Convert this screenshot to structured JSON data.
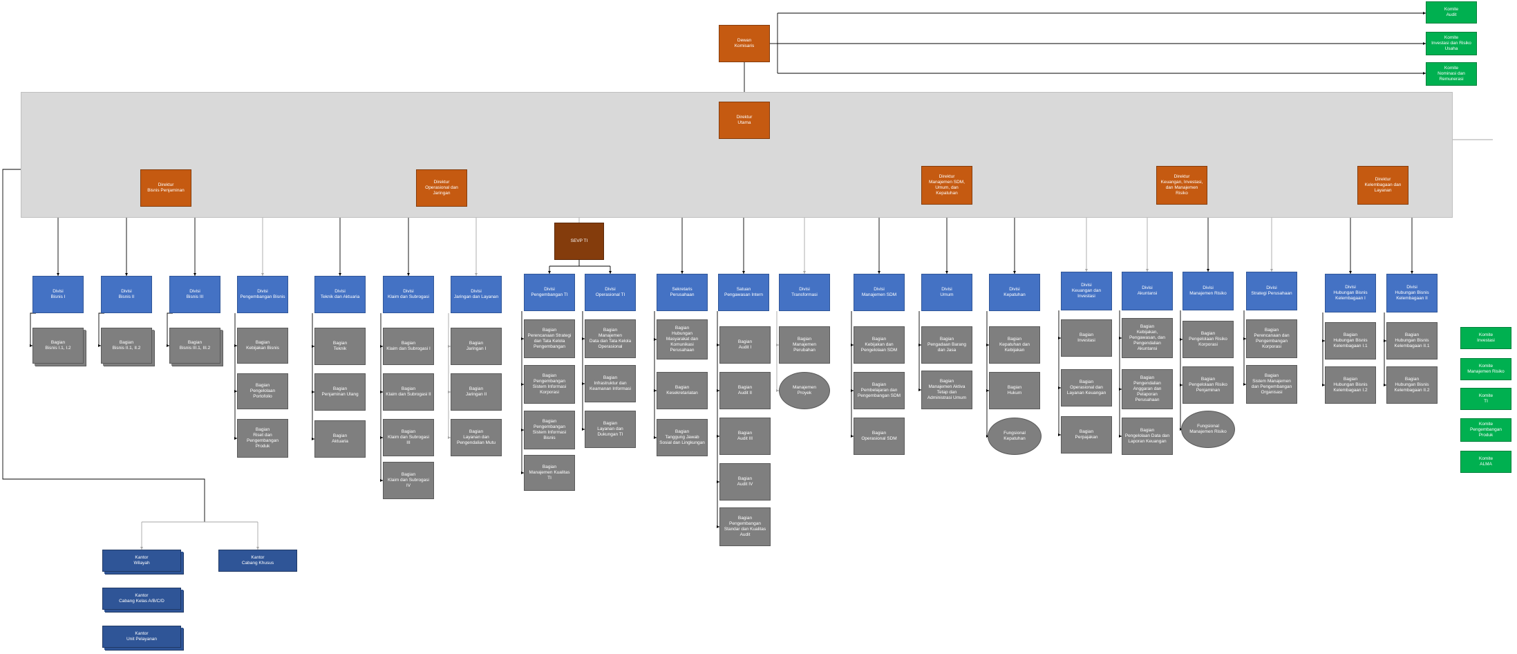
{
  "nodes": [
    {
      "id": "dekom",
      "text": "Dewan\nKomisaris",
      "kind": "orange"
    },
    {
      "id": "kom-audit",
      "text": "Komite\nAudit",
      "kind": "green"
    },
    {
      "id": "kom-inv-risiko",
      "text": "Komite\nInvestasi dan Risiko\nUsaha",
      "kind": "green"
    },
    {
      "id": "kom-nom",
      "text": "Komite\nNominasi dan\nRemunerasi",
      "kind": "green"
    },
    {
      "id": "dirut",
      "text": "Direktur\nUtama",
      "kind": "orange"
    },
    {
      "id": "dir-bisnis",
      "text": "Direktur\nBisnis Penjaminan",
      "kind": "orange"
    },
    {
      "id": "dir-ops",
      "text": "Direktur\nOperasional dan\nJaringan",
      "kind": "orange"
    },
    {
      "id": "dir-sdm",
      "text": "Direktur\nManajemen SDM,\nUmum, dan\nKepatuhan",
      "kind": "orange"
    },
    {
      "id": "dir-keu",
      "text": "Direktur\nKeuangan, Investasi,\ndan Manajemen\nRisiko",
      "kind": "orange"
    },
    {
      "id": "dir-kelem",
      "text": "Direktur\nKelembagaan dan\nLayanan",
      "kind": "orange"
    },
    {
      "id": "sevp",
      "text": "SEVP TI",
      "kind": "brown"
    },
    {
      "id": "div-b1",
      "text": "Divisi\nBisnis I",
      "kind": "blue"
    },
    {
      "id": "div-b2",
      "text": "Divisi\nBisnis II",
      "kind": "blue"
    },
    {
      "id": "div-b3",
      "text": "Divisi\nBisnis III",
      "kind": "blue"
    },
    {
      "id": "div-pb",
      "text": "Divisi\nPengembangan Bisnis",
      "kind": "blue"
    },
    {
      "id": "div-ta",
      "text": "Divisi\nTeknik dan Aktuaria",
      "kind": "blue"
    },
    {
      "id": "div-ks",
      "text": "Divisi\nKlaim dan Subrogasi",
      "kind": "blue"
    },
    {
      "id": "div-jl",
      "text": "Divisi\nJaringan dan Layanan",
      "kind": "blue"
    },
    {
      "id": "div-pti",
      "text": "Divisi\nPengembangan TI",
      "kind": "blue"
    },
    {
      "id": "div-oti",
      "text": "Divisi\nOperasional TI",
      "kind": "blue"
    },
    {
      "id": "div-sekper",
      "text": "Sekretaris\nPerusahaan",
      "kind": "blue"
    },
    {
      "id": "div-spi",
      "text": "Satuan\nPengawasan Intern",
      "kind": "blue"
    },
    {
      "id": "div-trans",
      "text": "Divisi\nTransformasi",
      "kind": "blue"
    },
    {
      "id": "div-msdm",
      "text": "Divisi\nManajemen SDM",
      "kind": "blue"
    },
    {
      "id": "div-umum",
      "text": "Divisi\nUmum",
      "kind": "blue"
    },
    {
      "id": "div-kep",
      "text": "Divisi\nKepatuhan",
      "kind": "blue"
    },
    {
      "id": "div-keuinv",
      "text": "Divisi\nKeuangan dan\nInvestasi",
      "kind": "blue"
    },
    {
      "id": "div-akt",
      "text": "Divisi\nAkuntansi",
      "kind": "blue"
    },
    {
      "id": "div-mr",
      "text": "Divisi\nManajemen Risiko",
      "kind": "blue"
    },
    {
      "id": "div-sp",
      "text": "Divisi\nStrategi Perusahaan",
      "kind": "blue"
    },
    {
      "id": "div-hbk1",
      "text": "Divisi\nHubungan Bisnis\nKelembagaan I",
      "kind": "blue"
    },
    {
      "id": "div-hbk2",
      "text": "Divisi\nHubungan Bisnis\nKelembagaan II",
      "kind": "blue"
    },
    {
      "id": "b-b1",
      "text": "Bagian\nBisnis I.1, I.2",
      "kind": "gray"
    },
    {
      "id": "b-b2",
      "text": "Bagian\nBisnis II.1, II.2",
      "kind": "gray"
    },
    {
      "id": "b-b3",
      "text": "Bagian\nBisnis III.1, III.2",
      "kind": "gray"
    },
    {
      "id": "b-pb1",
      "text": "Bagian\nKebijakan Bisnis",
      "kind": "gray"
    },
    {
      "id": "b-pb2",
      "text": "Bagian\nPengelolaan\nPortofolio",
      "kind": "gray"
    },
    {
      "id": "b-pb3",
      "text": "Bagian\nRiset dan\nPengembangan\nProduk",
      "kind": "gray"
    },
    {
      "id": "b-ta1",
      "text": "Bagian\nTeknik",
      "kind": "gray"
    },
    {
      "id": "b-ta2",
      "text": "Bagian\nPenjaminan Ulang",
      "kind": "gray"
    },
    {
      "id": "b-ta3",
      "text": "Bagian\nAktuaria",
      "kind": "gray"
    },
    {
      "id": "b-ks1",
      "text": "Bagian\nKlaim dan Subrogasi I",
      "kind": "gray"
    },
    {
      "id": "b-ks2",
      "text": "Bagian\nKlaim dan Subrogasi II",
      "kind": "gray"
    },
    {
      "id": "b-ks3",
      "text": "Bagian\nKlaim dan Subrogasi\nIII",
      "kind": "gray"
    },
    {
      "id": "b-ks4",
      "text": "Bagian\nKlaim dan Subrogasi\nIV",
      "kind": "gray"
    },
    {
      "id": "b-jl1",
      "text": "Bagian\nJaringan I",
      "kind": "gray"
    },
    {
      "id": "b-jl2",
      "text": "Bagian\nJaringan II",
      "kind": "gray"
    },
    {
      "id": "b-jl3",
      "text": "Bagian\nLayanan dan\nPengendalian Mutu",
      "kind": "gray"
    },
    {
      "id": "b-pti1",
      "text": "Bagian\nPerencanaan Strategi\ndan Tata Kelola\nPengembangan",
      "kind": "gray"
    },
    {
      "id": "b-pti2",
      "text": "Bagian\nPengembangan\nSistem Informasi\nKorporasi",
      "kind": "gray"
    },
    {
      "id": "b-pti3",
      "text": "Bagian\nPengembangan\nSistem Informasi\nBisnis",
      "kind": "gray"
    },
    {
      "id": "b-pti4",
      "text": "Bagian\nManajemen Kualitas\nTI",
      "kind": "gray"
    },
    {
      "id": "b-oti1",
      "text": "Bagian\nManajemen\nData dan Tata Kelola\nOperasional",
      "kind": "gray"
    },
    {
      "id": "b-oti2",
      "text": "Bagian\nInfrastruktur dan\nKeamanan Informasi",
      "kind": "gray"
    },
    {
      "id": "b-oti3",
      "text": "Bagian\nLayanan dan\nDukungan TI",
      "kind": "gray"
    },
    {
      "id": "b-sek1",
      "text": "Bagian\nHubungan\nMasyarakat dan\nKomunikasi\nPerusahaan",
      "kind": "gray"
    },
    {
      "id": "b-sek2",
      "text": "Bagian\nKesekretariatan",
      "kind": "gray"
    },
    {
      "id": "b-sek3",
      "text": "Bagian\nTanggung Jawab\nSosial dan Lingkungan",
      "kind": "gray"
    },
    {
      "id": "b-spi1",
      "text": "Bagian\nAudit I",
      "kind": "gray"
    },
    {
      "id": "b-spi2",
      "text": "Bagian\nAudit II",
      "kind": "gray"
    },
    {
      "id": "b-spi3",
      "text": "Bagian\nAudit III",
      "kind": "gray"
    },
    {
      "id": "b-spi4",
      "text": "Bagian\nAudit IV",
      "kind": "gray"
    },
    {
      "id": "b-spi5",
      "text": "Bagian\nPengembangan\nStandar dan Kualitas\nAudit",
      "kind": "gray"
    },
    {
      "id": "b-tr1",
      "text": "Bagian\nManajemen\nPerubahan",
      "kind": "gray"
    },
    {
      "id": "e-tr",
      "text": "Manajemen\nProyek",
      "kind": "ellipse"
    },
    {
      "id": "b-msdm1",
      "text": "Bagian\nKebijakan dan\nPengelolaan SDM",
      "kind": "gray"
    },
    {
      "id": "b-msdm2",
      "text": "Bagian\nPembelajaran dan\nPengembangan SDM",
      "kind": "gray"
    },
    {
      "id": "b-msdm3",
      "text": "Bagian\nOperasional SDM",
      "kind": "gray"
    },
    {
      "id": "b-um1",
      "text": "Bagian\nPengadaan Barang\ndan Jasa",
      "kind": "gray"
    },
    {
      "id": "b-um2",
      "text": "Bagian\nManajemen Aktiva\nTetap dan\nAdministrasi Umum",
      "kind": "gray"
    },
    {
      "id": "b-kep1",
      "text": "Bagian\nKepatuhan dan\nKebijakan",
      "kind": "gray"
    },
    {
      "id": "b-kep2",
      "text": "Bagian\nHukum",
      "kind": "gray"
    },
    {
      "id": "e-kep",
      "text": "Fungsional\nKepatuhan",
      "kind": "ellipse"
    },
    {
      "id": "b-ki1",
      "text": "Bagian\nInvestasi",
      "kind": "gray"
    },
    {
      "id": "b-ki2",
      "text": "Bagian\nOperasional dan\nLayanan Keuangan",
      "kind": "gray"
    },
    {
      "id": "b-ki3",
      "text": "Bagian\nPerpajakan",
      "kind": "gray"
    },
    {
      "id": "b-ak1",
      "text": "Bagian\nKebijakan,\nPengawasan, dan\nPengendalian\nAkuntansi",
      "kind": "gray"
    },
    {
      "id": "b-ak2",
      "text": "Bagian\nPengendalian\nAnggaran dan\nPelaporan\nPerusahaan",
      "kind": "gray"
    },
    {
      "id": "b-ak3",
      "text": "Bagian\nPengelolaan Data dan\nLaporan Keuangan",
      "kind": "gray"
    },
    {
      "id": "b-mr1",
      "text": "Bagian\nPengelolaan Risiko\nKorporasi",
      "kind": "gray"
    },
    {
      "id": "b-mr2",
      "text": "Bagian\nPengelolaan Risiko\nPenjaminan",
      "kind": "gray"
    },
    {
      "id": "e-mr",
      "text": "Fungsional\nManajemen Risiko",
      "kind": "ellipse"
    },
    {
      "id": "b-sp1",
      "text": "Bagian\nPerencanaan dan\nPengembangan\nKorporasi",
      "kind": "gray"
    },
    {
      "id": "b-sp2",
      "text": "Bagian\nSistem Manajemen\ndan Pengembangan\nOrganisasi",
      "kind": "gray"
    },
    {
      "id": "b-hbk11",
      "text": "Bagian\nHubungan Bisnis\nKelembagaan I.1",
      "kind": "gray"
    },
    {
      "id": "b-hbk12",
      "text": "Bagian\nHubungan Bisnis\nKelembagaan I.2",
      "kind": "gray"
    },
    {
      "id": "b-hbk21",
      "text": "Bagian\nHubungan Bisnis\nKelembagaan II.1",
      "kind": "gray"
    },
    {
      "id": "b-hbk22",
      "text": "Bagian\nHubungan Bisnis\nKelembagaan II.2",
      "kind": "gray"
    },
    {
      "id": "kom-inv",
      "text": "Komite\nInvestasi",
      "kind": "green"
    },
    {
      "id": "kom-mr",
      "text": "Komite\nManajemen Risiko",
      "kind": "green"
    },
    {
      "id": "kom-ti",
      "text": "Komite\nTI",
      "kind": "green"
    },
    {
      "id": "kom-pp",
      "text": "Komite\nPengembangan\nProduk",
      "kind": "green"
    },
    {
      "id": "kom-alma",
      "text": "Komite\nALMA",
      "kind": "green"
    },
    {
      "id": "kw",
      "text": "Kantor\nWilayah",
      "kind": "navy"
    },
    {
      "id": "kck",
      "text": "Kantor\nCabang Khusus",
      "kind": "navy"
    },
    {
      "id": "kc",
      "text": "Kantor\nCabang Kelas A/B/C/D",
      "kind": "navy"
    },
    {
      "id": "kup",
      "text": "Kantor\nUnit Pelayanan",
      "kind": "navy"
    }
  ],
  "colors": {
    "director": "#c55a11",
    "sevp": "#843c0c",
    "division": "#4472c4",
    "section": "#7f7f7f",
    "committee": "#00b050",
    "office": "#2f5597",
    "band": "#d9d9d9",
    "connector": "#000000"
  }
}
